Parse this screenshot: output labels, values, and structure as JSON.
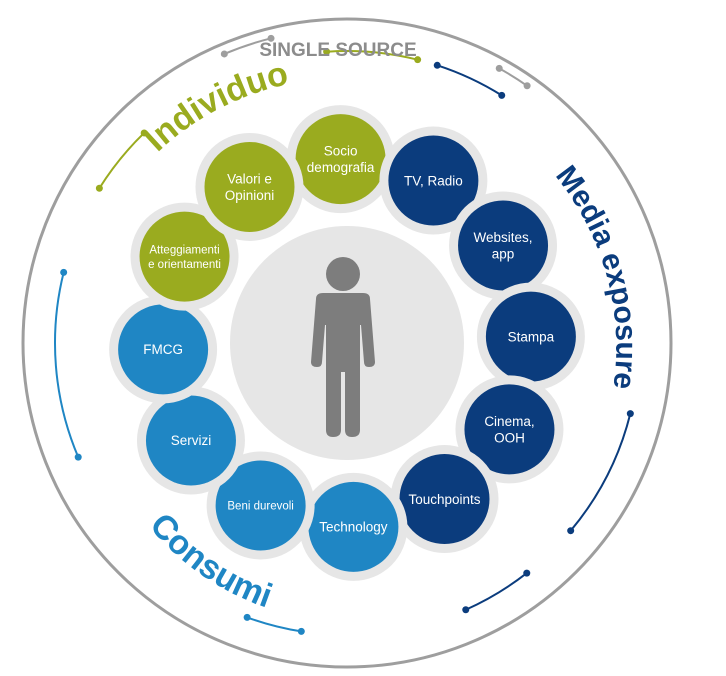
{
  "header": {
    "title": "SINGLE SOURCE"
  },
  "groups": {
    "individuo": {
      "label": "Individuo",
      "color": "#9aab1f"
    },
    "media": {
      "label": "Media exposure",
      "color": "#0b3c7d"
    },
    "consumi": {
      "label": "Consumi",
      "color": "#1f86c4"
    }
  },
  "colors": {
    "ring_outer": "#9e9e9e",
    "node_halo": "#e6e6e6",
    "center_disc": "#e6e6e6",
    "person": "#7d7d7d"
  },
  "center": {
    "icon": "person-icon"
  },
  "nodes": [
    {
      "id": "socio",
      "lines": [
        "Socio",
        "demografia"
      ],
      "group": "individuo"
    },
    {
      "id": "tv",
      "lines": [
        "TV, Radio"
      ],
      "group": "media"
    },
    {
      "id": "websites",
      "lines": [
        "Websites,",
        "app"
      ],
      "group": "media"
    },
    {
      "id": "stampa",
      "lines": [
        "Stampa"
      ],
      "group": "media"
    },
    {
      "id": "cinema",
      "lines": [
        "Cinema,",
        "OOH"
      ],
      "group": "media"
    },
    {
      "id": "touchpoints",
      "lines": [
        "Touchpoints"
      ],
      "group": "media"
    },
    {
      "id": "technology",
      "lines": [
        "Technology"
      ],
      "group": "consumi"
    },
    {
      "id": "beni",
      "lines": [
        "Beni durevoli"
      ],
      "group": "consumi"
    },
    {
      "id": "servizi",
      "lines": [
        "Servizi"
      ],
      "group": "consumi"
    },
    {
      "id": "fmcg",
      "lines": [
        "FMCG"
      ],
      "group": "consumi"
    },
    {
      "id": "atteggiamenti",
      "lines": [
        "Atteggiamenti",
        "e orientamenti"
      ],
      "group": "individuo"
    },
    {
      "id": "valori",
      "lines": [
        "Valori e",
        "Opinioni"
      ],
      "group": "individuo"
    }
  ]
}
